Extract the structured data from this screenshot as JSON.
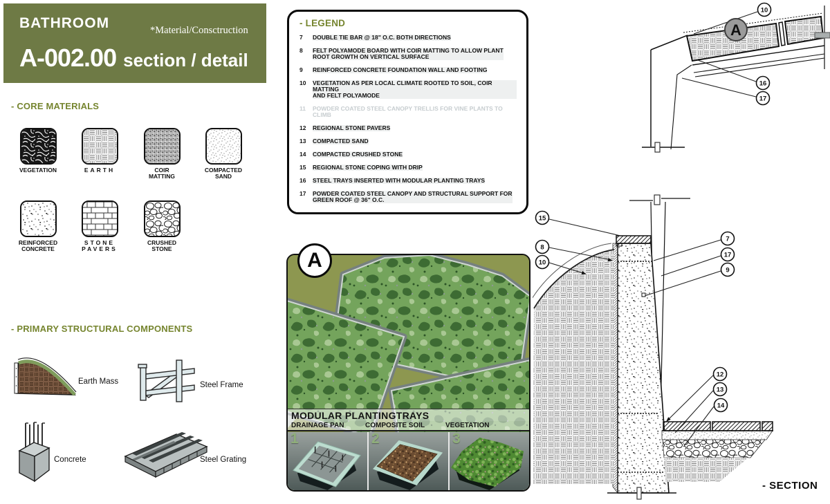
{
  "header": {
    "category": "BATHROOM",
    "note": "*Material/Consctruction",
    "sheet_number": "A-002.00",
    "sheet_title": "section / detail"
  },
  "colors": {
    "olive_header_bg": "#6e7a45",
    "olive_heading_text": "#76852f",
    "legend_dimmed_text": "#c7cdd0",
    "photo_number_green": "#8fae7a",
    "drawing_badge_gray": "#9b9b9b"
  },
  "core_materials": {
    "heading": "- CORE MATERIALS",
    "items": [
      {
        "label": "VEGETATION",
        "pattern": "vegetation-pattern"
      },
      {
        "label": "EARTH",
        "pattern": "basket-weave-pattern"
      },
      {
        "label": "COIR MATTING",
        "pattern": "coir-grid-pattern"
      },
      {
        "label": "COMPACTED SAND",
        "pattern": "sand-stipple-pattern"
      },
      {
        "label": "REINFORCED CONCRETE",
        "pattern": "concrete-stipple-pattern"
      },
      {
        "label": "STONE PAVERS",
        "pattern": "brick-pattern"
      },
      {
        "label": "CRUSHED STONE",
        "pattern": "cobble-pattern"
      }
    ]
  },
  "structural_components": {
    "heading": "- PRIMARY STRUCTURAL COMPONENTS",
    "items": [
      {
        "label": "Earth Mass"
      },
      {
        "label": "Steel Frame"
      },
      {
        "label": "Concrete"
      },
      {
        "label": "Steel Grating"
      }
    ]
  },
  "legend": {
    "heading": "- LEGEND",
    "items": [
      {
        "num": "7",
        "text": "DOUBLE TIE BAR @ 18\" O.C. BOTH DIRECTIONS",
        "dimmed": false
      },
      {
        "num": "8",
        "text": "FELT POLYAMODE BOARD WITH COIR MATTING TO ALLOW PLANT\nROOT GROWTH ON VERTICAL SURFACE",
        "dimmed": false
      },
      {
        "num": "9",
        "text": "REINFORCED CONCRETE FOUNDATION WALL AND FOOTING",
        "dimmed": false
      },
      {
        "num": "10",
        "text": "VEGETATION AS PER LOCAL CLIMATE ROOTED TO SOIL, COIR MATTING\nAND FELT POLYAMODE",
        "dimmed": false
      },
      {
        "num": "11",
        "text": "POWDER COATED STEEL CANOPY TRELLIS FOR VINE PLANTS TO\nCLIMB",
        "dimmed": true
      },
      {
        "num": "12",
        "text": "REGIONAL STONE PAVERS",
        "dimmed": false
      },
      {
        "num": "13",
        "text": "COMPACTED SAND",
        "dimmed": false
      },
      {
        "num": "14",
        "text": "COMPACTED CRUSHED STONE",
        "dimmed": false
      },
      {
        "num": "15",
        "text": "REGIONAL STONE COPING WITH DRIP",
        "dimmed": false
      },
      {
        "num": "16",
        "text": "STEEL TRAYS INSERTED WITH MODULAR PLANTING TRAYS",
        "dimmed": false
      },
      {
        "num": "17",
        "text": "POWDER COATED STEEL CANOPY AND STRUCTURAL SUPPORT FOR\nGREEN ROOF @ 36\" O.C.",
        "dimmed": false
      }
    ]
  },
  "detail_panel": {
    "badge": "A",
    "title": "MODULAR PLANTINGTRAYS",
    "columns": [
      {
        "num": "1",
        "label": "DRAINAGE PAN"
      },
      {
        "num": "2",
        "label": "COMPOSITE SOIL"
      },
      {
        "num": "3",
        "label": "VEGETATION"
      }
    ]
  },
  "section": {
    "label": "- SECTION",
    "badge": "A",
    "callouts": {
      "c10t": "10",
      "c16": "16",
      "c17t": "17",
      "c15": "15",
      "c8": "8",
      "c10l": "10",
      "c7": "7",
      "c17r": "17",
      "c9": "9",
      "c12": "12",
      "c13": "13",
      "c14": "14"
    }
  }
}
